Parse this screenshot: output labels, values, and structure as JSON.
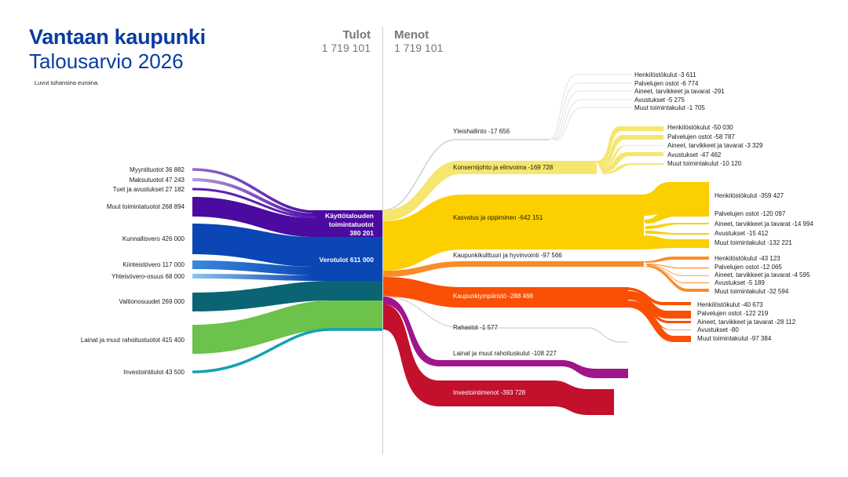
{
  "header": {
    "title": "Vantaan kaupunki",
    "subtitle": "Talousarvio 2026",
    "note": "Luvut tuhansina euroina.",
    "income_label": "Tulot",
    "income_total": "1 719 101",
    "expense_label": "Menot",
    "expense_total": "1 719 101"
  },
  "colors": {
    "title": "#0a3c9e",
    "purple_dark": "#4b0aa0",
    "purple_light": "#9b78d0",
    "blue": "#0a46b4",
    "blue_mid": "#3a88dc",
    "blue_light": "#8cc4ee",
    "teal_dark": "#0a6474",
    "green": "#6cc24a",
    "cyan": "#14a0b4",
    "grey_line": "#d0d0d0",
    "yellow_light": "#f5e66e",
    "yellow": "#fccf00",
    "orange_light": "#fa8c28",
    "orange": "#fa5005",
    "magenta": "#a0148c",
    "crimson": "#c3102d"
  },
  "chart_data": {
    "type": "sankey",
    "title": "Vantaan kaupunki Talousarvio 2026",
    "unit": "tuhatta euroa",
    "income_total": 1719101,
    "expense_total": 1719101,
    "income_sources": [
      {
        "label": "Myyntituotot 36 882",
        "name": "Myyntituotot",
        "value": 36882,
        "group": "Käyttötalouden toimintatuotot"
      },
      {
        "label": "Maksutuotot 47 243",
        "name": "Maksutuotot",
        "value": 47243,
        "group": "Käyttötalouden toimintatuotot"
      },
      {
        "label": "Tuet ja avustukset 27 182",
        "name": "Tuet ja avustukset",
        "value": 27182,
        "group": "Käyttötalouden toimintatuotot"
      },
      {
        "label": "Muut toimintatuotot 268 894",
        "name": "Muut toimintatuotot",
        "value": 268894,
        "group": "Käyttötalouden toimintatuotot"
      },
      {
        "label": "Kunnallisvero 426 000",
        "name": "Kunnallisvero",
        "value": 426000,
        "group": "Verotulot"
      },
      {
        "label": "Kiinteistövero 117 000",
        "name": "Kiinteistövero",
        "value": 117000,
        "group": "Verotulot"
      },
      {
        "label": "Yhteisövero-osuus 68 000",
        "name": "Yhteisövero-osuus",
        "value": 68000,
        "group": "Verotulot"
      },
      {
        "label": "Valtionosuudet 269 000",
        "name": "Valtionosuudet",
        "value": 269000
      },
      {
        "label": "Lainat ja muut rahoitustuotot 415 400",
        "name": "Lainat ja muut rahoitustuotot",
        "value": 415400
      },
      {
        "label": "Investointitulot  43 500",
        "name": "Investointitulot",
        "value": 43500
      }
    ],
    "income_groups": [
      {
        "label_lines": [
          "Käyttötalouden",
          "toimintatuotot",
          "380 201"
        ],
        "value": 380201
      },
      {
        "label_lines": [
          "Verotulot 611 000"
        ],
        "value": 611000
      }
    ],
    "expense_categories": [
      {
        "label": "Yleishallinto -17 656",
        "value": -17656,
        "breakdown": [
          {
            "label": "Henkilöstökulut -3 611",
            "value": -3611
          },
          {
            "label": "Palvelujen ostot -6 774",
            "value": -6774
          },
          {
            "label": "Aineet, tarvikkeet ja tavarat -291",
            "value": -291
          },
          {
            "label": "Avustukset -5 275",
            "value": -5275
          },
          {
            "label": "Muut toimintakulut -1 705",
            "value": -1705
          }
        ]
      },
      {
        "label": "Konsernijohto ja elinvoima -169 728",
        "value": -169728,
        "breakdown": [
          {
            "label": "Henkilöstökulut -50 030",
            "value": -50030
          },
          {
            "label": "Palvelujen ostot -58 787",
            "value": -58787
          },
          {
            "label": "Aineet, tarvikkeet ja tavarat -3 329",
            "value": -3329
          },
          {
            "label": "Avustukset -47 462",
            "value": -47462
          },
          {
            "label": "Muut toimintakulut -10 120",
            "value": -10120
          }
        ]
      },
      {
        "label": "Kasvatus ja oppiminen -642 151",
        "value": -642151,
        "breakdown": [
          {
            "label": "Henkilöstökulut -359 427",
            "value": -359427
          },
          {
            "label": "Palvelujen ostot -120 097",
            "value": -120097
          },
          {
            "label": "Aineet, tarvikkeet ja tavarat -14 994",
            "value": -14994
          },
          {
            "label": "Avustukset -15 412",
            "value": -15412
          },
          {
            "label": "Muut toimintakulut -132 221",
            "value": -132221
          }
        ]
      },
      {
        "label": "Kaupunkikulttuuri ja hyvinvointi -97 566",
        "value": -97566,
        "breakdown": [
          {
            "label": "Henkilöstökulut -43 123",
            "value": -43123
          },
          {
            "label": "Palvelujen ostot -12 065",
            "value": -12065
          },
          {
            "label": "Aineet, tarvikkeet ja tavarat -4 595",
            "value": -4595
          },
          {
            "label": "Avustukset -5 189",
            "value": -5189
          },
          {
            "label": "Muut toimintakulut -32 594",
            "value": -32594
          }
        ]
      },
      {
        "label": "Kaupunkiympäristö -288 468",
        "value": -288468,
        "breakdown": [
          {
            "label": "Henkilöstökulut -40 673",
            "value": -40673
          },
          {
            "label": "Palvelujen ostot -122 219",
            "value": -122219
          },
          {
            "label": "Aineet, tarvikkeet ja tavarat -28 112",
            "value": -28112
          },
          {
            "label": "Avustukset -80",
            "value": -80
          },
          {
            "label": "Muut toimintakulut -97 384",
            "value": -97384
          }
        ]
      },
      {
        "label": "Rahastot -1 577",
        "value": -1577
      },
      {
        "label": "Lainat ja muut rahoituskulut -108 227",
        "value": -108227
      },
      {
        "label": "Investointimenot -393 728",
        "value": -393728
      }
    ]
  }
}
